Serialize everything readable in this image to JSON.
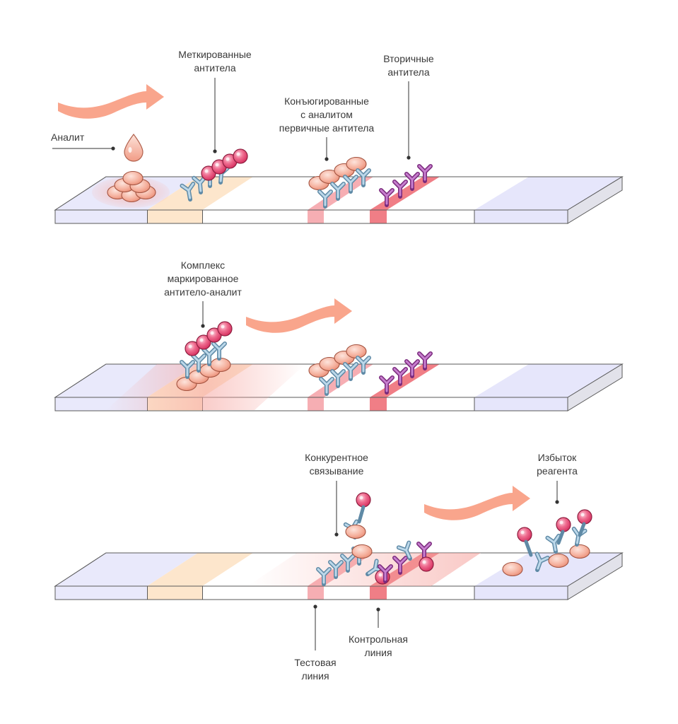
{
  "labels": {
    "analyte": "Аналит",
    "labeled_antibodies": [
      "Меткированные",
      "антитела"
    ],
    "conjugated_primary": [
      "Конъюгированные",
      "с аналитом",
      "первичные антитела"
    ],
    "secondary_antibodies": [
      "Вторичные",
      "антитела"
    ],
    "complex": [
      "Комплекс",
      "маркированное",
      "антитело-аналит"
    ],
    "competitive_binding": [
      "Конкурентное",
      "связывание"
    ],
    "excess_reagent": [
      "Избыток",
      "реагента"
    ],
    "control_line": [
      "Контрольная",
      "линия"
    ],
    "test_line": [
      "Тестовая",
      "линия"
    ]
  },
  "colors": {
    "flow_arrow": "#f9a58c",
    "sample_pad": "#e9e9fb",
    "conjugate_pad": "#fde6cc",
    "absorbent_pad": "#e6e6fb",
    "test_line": "#f6aeb3",
    "control_line": "#f07e86",
    "analyte": "#f7b6a3",
    "gold_particle": "#ea3f6f",
    "antibody_blue": "#5f8aa6",
    "antibody_purple": "#7a2a7c"
  }
}
